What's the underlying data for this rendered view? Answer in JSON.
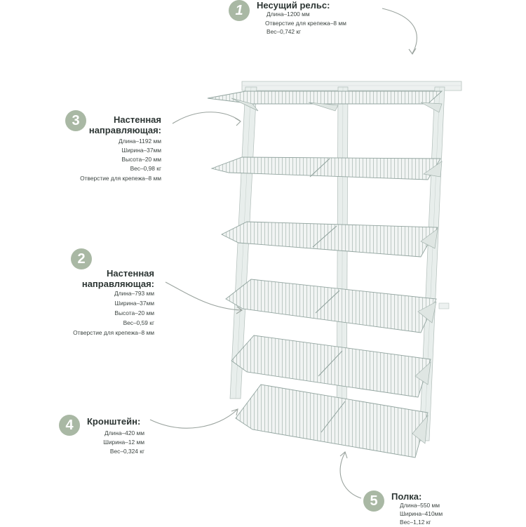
{
  "callouts": [
    {
      "number": "1",
      "title": "Несущий рельс:",
      "specs": [
        "Длина–1200 мм",
        "Отверстие для крепежа–8 мм",
        "Вес–0,742 кг"
      ]
    },
    {
      "number": "3",
      "title_lines": [
        "Настенная",
        "направляющая:"
      ],
      "specs": [
        "Длина–1192 мм",
        "Ширина–37мм",
        "Высота–20 мм",
        "Вес–0,98 кг",
        "Отверстие для крепежа–8 мм"
      ]
    },
    {
      "number": "2",
      "title_lines": [
        "Настенная",
        "направляющая:"
      ],
      "specs": [
        "Длина–793 мм",
        "Ширина–37мм",
        "Высота–20 мм",
        "Вес–0,59 кг",
        "Отверстие для крепежа–8 мм"
      ]
    },
    {
      "number": "4",
      "title": "Кронштейн:",
      "specs": [
        "Длина–420 мм",
        "Ширина–12 мм",
        "Вес–0,324 кг"
      ]
    },
    {
      "number": "5",
      "title": "Полка:",
      "specs": [
        "Длина–550 мм",
        "Ширина–410мм",
        "Вес–1,12 кг"
      ]
    }
  ],
  "colors": {
    "badge": "#a9b8a4",
    "frame": "#e3e8e6",
    "wire": "#9fb0ab",
    "arrow": "#9aa39e"
  }
}
